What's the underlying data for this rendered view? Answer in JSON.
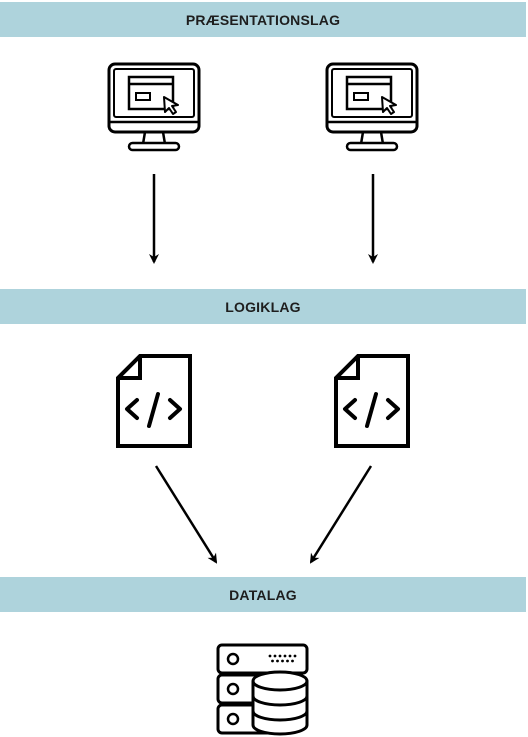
{
  "colors": {
    "layer_band": "#aed3dc",
    "stroke": "#000000",
    "label_text": "#1e1e1e"
  },
  "layers": [
    {
      "label": "PRÆSENTATIONSLAG",
      "nodes": [
        {
          "icon": "monitor-cursor-icon"
        },
        {
          "icon": "monitor-cursor-icon"
        }
      ]
    },
    {
      "label": "LOGIKLAG",
      "nodes": [
        {
          "icon": "code-file-icon"
        },
        {
          "icon": "code-file-icon"
        }
      ]
    },
    {
      "label": "DATALAG",
      "nodes": [
        {
          "icon": "server-database-icon"
        }
      ]
    }
  ],
  "edges": [
    {
      "from": "presentation-1",
      "to": "logic"
    },
    {
      "from": "presentation-2",
      "to": "logic"
    },
    {
      "from": "logic-1",
      "to": "data"
    },
    {
      "from": "logic-2",
      "to": "data"
    }
  ]
}
